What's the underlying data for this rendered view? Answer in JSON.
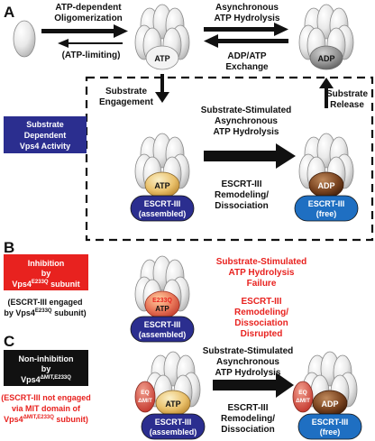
{
  "panels": {
    "a": {
      "letter": "A",
      "atp_oligomerization_1": "ATP-dependent",
      "atp_oligomerization_2": "Oligomerization",
      "atp_limiting": "(ATP-limiting)",
      "async_hydrolysis_1": "Asynchronous",
      "async_hydrolysis_2": "ATP Hydrolysis",
      "exchange_1": "ADP/ATP",
      "exchange_2": "Exchange",
      "atp": "ATP",
      "adp": "ADP",
      "engagement_1": "Substrate",
      "engagement_2": "Engagement",
      "release_1": "Substrate",
      "release_2": "Release",
      "stim_1": "Substrate-Stimulated",
      "stim_2": "Asynchronous",
      "stim_3": "ATP Hydrolysis",
      "remodel_1": "ESCRT-III",
      "remodel_2": "Remodeling/",
      "remodel_3": "Dissociation",
      "escrt": "ESCRT-III",
      "assembled": "(assembled)",
      "free": "(free)",
      "activity_1": "Substrate",
      "activity_2": "Dependent",
      "activity_3": "Vps4 Activity"
    },
    "b": {
      "letter": "B",
      "inhibition_1": "Inhibition",
      "inhibition_2": "by",
      "inhibition_3a": "Vps4",
      "inhibition_3sup": "E233Q",
      "inhibition_3b": " subunit",
      "engaged_1": "(ESCRT-III engaged",
      "engaged_2a": "by Vps4",
      "engaged_2sup": "E233Q",
      "engaged_2b": " subunit)",
      "mutant": "E233Q",
      "atp": "ATP",
      "escrt": "ESCRT-III",
      "assembled": "(assembled)",
      "failure_1": "Substrate-Stimulated",
      "failure_2": "ATP Hydrolysis",
      "failure_3": "Failure",
      "disrupted_1": "ESCRT-III",
      "disrupted_2": "Remodeling/",
      "disrupted_3": "Dissociation",
      "disrupted_4": "Disrupted"
    },
    "c": {
      "letter": "C",
      "noninhib_1": "Non-inhibition",
      "noninhib_2": "by",
      "noninhib_3a": "Vps4",
      "noninhib_3sup": "ΔMIT,E233Q",
      "not_engaged_1": "(ESCRT-III not engaged",
      "not_engaged_2": "via MIT domain of",
      "not_engaged_3a": "Vps4",
      "not_engaged_3sup": "ΔMIT,E233Q",
      "not_engaged_3b": " subunit)",
      "eq": "EQ",
      "dmit": "ΔMIT",
      "atp": "ATP",
      "adp": "ADP",
      "escrt": "ESCRT-III",
      "assembled": "(assembled)",
      "free": "(free)",
      "stim_1": "Substrate-Stimulated",
      "stim_2": "Asynchronous",
      "stim_3": "ATP Hydrolysis",
      "remodel_1": "ESCRT-III",
      "remodel_2": "Remodeling/",
      "remodel_3": "Dissociation"
    }
  },
  "colors": {
    "navy": "#2b2e8f",
    "red": "#e8221f",
    "black": "#111111",
    "blue_free": "#1f6fc2",
    "atp_gold": "#e7b85a",
    "adp_brown": "#7a4420",
    "adp_gray": "#8e8e8e",
    "mutant_red": "#e66050"
  }
}
